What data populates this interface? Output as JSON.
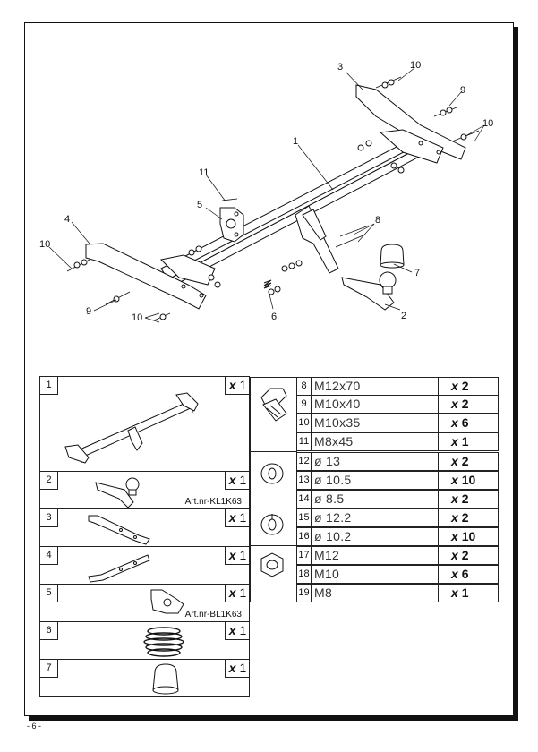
{
  "page_number": "- 6 -",
  "callouts": [
    "1",
    "2",
    "3",
    "4",
    "5",
    "6",
    "7",
    "8",
    "9",
    "10",
    "11"
  ],
  "parts": [
    {
      "num": "1",
      "qty_prefix": "x",
      "qty": "1",
      "art": ""
    },
    {
      "num": "2",
      "qty_prefix": "x",
      "qty": "1",
      "art": "Art.nr-KL1K63"
    },
    {
      "num": "3",
      "qty_prefix": "x",
      "qty": "1",
      "art": ""
    },
    {
      "num": "4",
      "qty_prefix": "x",
      "qty": "1",
      "art": ""
    },
    {
      "num": "5",
      "qty_prefix": "x",
      "qty": "1",
      "art": "Art.nr-BL1K63"
    },
    {
      "num": "6",
      "qty_prefix": "x",
      "qty": "1",
      "art": ""
    },
    {
      "num": "7",
      "qty_prefix": "x",
      "qty": "1",
      "art": ""
    }
  ],
  "hardware": [
    {
      "num": "8",
      "desc": "M12x70",
      "qty_prefix": "x",
      "qty": "2"
    },
    {
      "num": "9",
      "desc": "M10x40",
      "qty_prefix": "x",
      "qty": "2"
    },
    {
      "num": "10",
      "desc": "M10x35",
      "qty_prefix": "x",
      "qty": "6"
    },
    {
      "num": "11",
      "desc": "M8x45",
      "qty_prefix": "x",
      "qty": "1"
    },
    {
      "num": "12",
      "desc": "ø 13",
      "qty_prefix": "x",
      "qty": "2"
    },
    {
      "num": "13",
      "desc": "ø 10.5",
      "qty_prefix": "x",
      "qty": "10"
    },
    {
      "num": "14",
      "desc": "ø 8.5",
      "qty_prefix": "x",
      "qty": "2"
    },
    {
      "num": "15",
      "desc": "ø 12.2",
      "qty_prefix": "x",
      "qty": "2"
    },
    {
      "num": "16",
      "desc": "ø 10.2",
      "qty_prefix": "x",
      "qty": "10"
    },
    {
      "num": "17",
      "desc": "M12",
      "qty_prefix": "x",
      "qty": "2"
    },
    {
      "num": "18",
      "desc": "M10",
      "qty_prefix": "x",
      "qty": "6"
    },
    {
      "num": "19",
      "desc": "M8",
      "qty_prefix": "x",
      "qty": "1"
    }
  ]
}
